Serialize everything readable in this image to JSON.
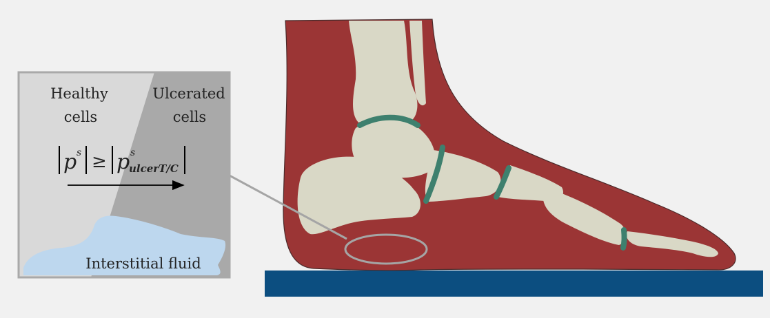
{
  "inset": {
    "healthy_line1": "Healthy",
    "healthy_line2": "cells",
    "ulcerated_line1": "Ulcerated",
    "ulcerated_line2": "cells",
    "formula": {
      "p": "p",
      "sup": "s",
      "geq": "≥",
      "subscript": "ulcerT/C"
    },
    "fluid_label": "Interstitial fluid"
  },
  "colors": {
    "panel_background": "#f1f1f1",
    "inset_border": "#a9a9a9",
    "healthy_region": "#d9d9d9",
    "ulcerated_region": "#a9a9a9",
    "fluid": "#bdd7ee",
    "soft_tissue": "#9b3535",
    "bone": "#d9d8c6",
    "cartilage": "#3e806e",
    "ground_plate": "#0c4e80",
    "callout": "#a5a5a5"
  },
  "icons": {
    "arrow": "arrow-right-icon"
  }
}
